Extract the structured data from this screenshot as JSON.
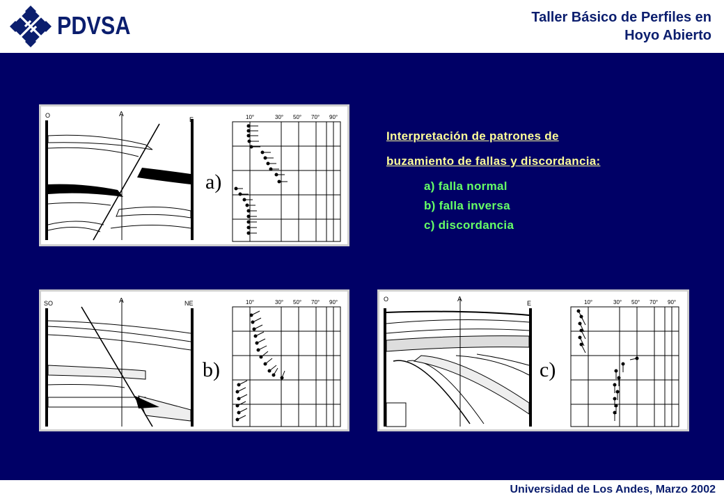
{
  "header": {
    "brand": "PDVSA",
    "title_line1": "Taller Básico de Perfiles en",
    "title_line2": "Hoyo Abierto"
  },
  "interpretation": {
    "title_line1": "Interpretación de patrones de",
    "title_line2": "buzamiento de fallas y discordancia:",
    "items": [
      "a) falla normal",
      "b) falla inversa",
      "c) discordancia"
    ]
  },
  "figures": [
    {
      "label": "a)",
      "left_orientation": "O",
      "right_orientation": "E",
      "scale": [
        "10°",
        "30°",
        "50°",
        "70°",
        "90°"
      ]
    },
    {
      "label": "b)",
      "left_orientation": "SO",
      "right_orientation": "NE",
      "scale": [
        "10°",
        "30°",
        "50°",
        "70°",
        "90°"
      ]
    },
    {
      "label": "c)",
      "left_orientation": "O",
      "right_orientation": "E",
      "scale": [
        "10°",
        "30°",
        "50°",
        "70°",
        "90°"
      ]
    }
  ],
  "footer": {
    "text": "Universidad de Los Andes, Marzo 2002"
  },
  "colors": {
    "background": "#000066",
    "brand": "#0b1e6e",
    "title_yellow": "#ffff99",
    "item_green": "#66ff66"
  }
}
